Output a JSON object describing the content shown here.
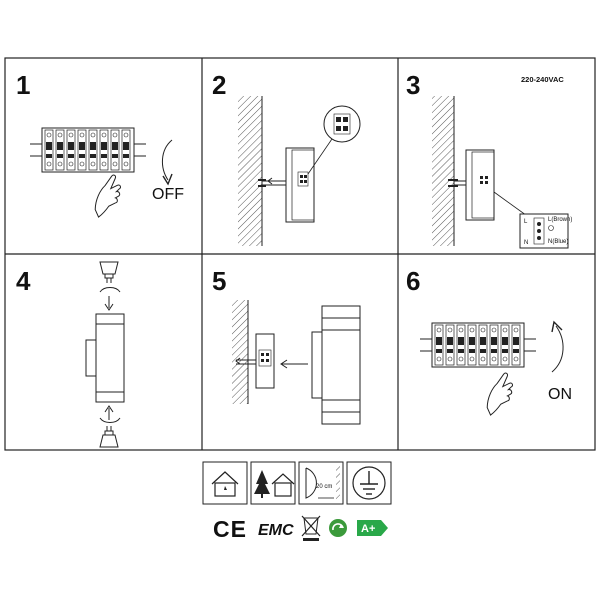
{
  "steps": [
    {
      "number": "1",
      "label": "OFF"
    },
    {
      "number": "2",
      "label": ""
    },
    {
      "number": "3",
      "label": "220-240VAC"
    },
    {
      "number": "4",
      "label": ""
    },
    {
      "number": "5",
      "label": ""
    },
    {
      "number": "6",
      "label": "ON"
    }
  ],
  "wiring": {
    "live": "L",
    "live_color": "L(Brown)",
    "neutral": "N",
    "neutral_color": "N(Blue)"
  },
  "distance_label": "20 cm",
  "symbols": {
    "ce": "CE",
    "emc": "EMC",
    "energy_class": "A+"
  },
  "colors": {
    "line": "#222222",
    "recycle_green": "#3b9a3b",
    "energy_green": "#29a849"
  },
  "icons": [
    "indoor-house-icon",
    "outdoor-tree-house-icon",
    "min-distance-20cm-icon",
    "earth-ground-icon",
    "ce-mark-icon",
    "emc-mark-icon",
    "weee-bin-icon",
    "recycle-icon",
    "energy-label-icon"
  ]
}
